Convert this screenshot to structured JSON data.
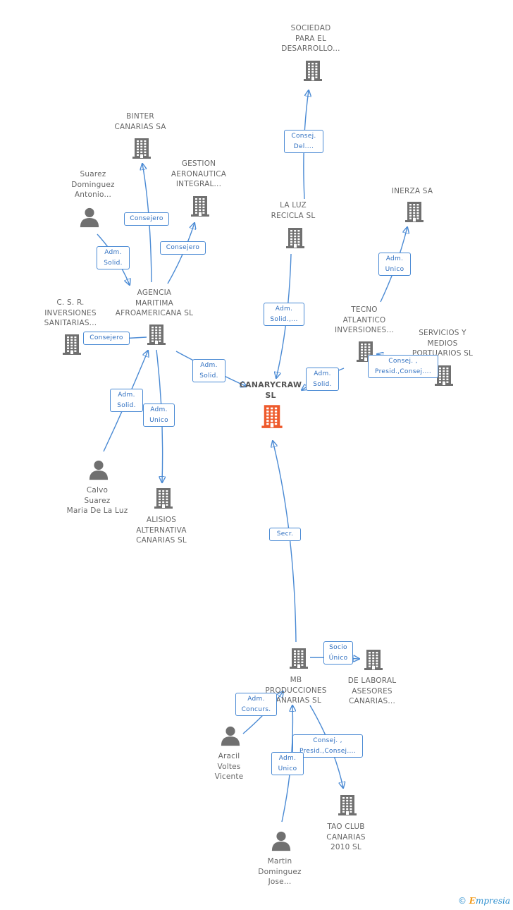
{
  "colors": {
    "edge": "#4a8ad4",
    "building": "#707070",
    "main_building": "#ee5a2c",
    "person": "#707070"
  },
  "nodes": [
    {
      "id": "sociedad",
      "type": "company",
      "label": "SOCIEDAD\nPARA EL\nDESARROLLO..."
    },
    {
      "id": "binter",
      "type": "company",
      "label": "BINTER\nCANARIAS SA"
    },
    {
      "id": "gestion",
      "type": "company",
      "label": "GESTION\nAERONAUTICA\nINTEGRAL..."
    },
    {
      "id": "suarez",
      "type": "person",
      "label": "Suarez\nDominguez\nAntonio..."
    },
    {
      "id": "laluz",
      "type": "company",
      "label": "LA LUZ\nRECICLA  SL"
    },
    {
      "id": "inerza",
      "type": "company",
      "label": "INERZA SA"
    },
    {
      "id": "csr",
      "type": "company",
      "label": "C.  S. R.\nINVERSIONES\nSANITARIAS..."
    },
    {
      "id": "agencia",
      "type": "company",
      "label": "AGENCIA\nMARITIMA\nAFROAMERICANA SL"
    },
    {
      "id": "tecno",
      "type": "company",
      "label": "TECNO\nATLANTICO\nINVERSIONES..."
    },
    {
      "id": "servicios",
      "type": "company",
      "label": "SERVICIOS Y\nMEDIOS\nPORTUARIOS SL"
    },
    {
      "id": "main",
      "type": "main",
      "label": "CANARYCRAW\nSL"
    },
    {
      "id": "calvo",
      "type": "person",
      "label": "Calvo\nSuarez\nMaria De La Luz"
    },
    {
      "id": "alisios",
      "type": "company",
      "label": "ALISIOS\nALTERNATIVA\nCANARIAS SL"
    },
    {
      "id": "mb",
      "type": "company",
      "label": "MB\nPRODUCCIONES\nCANARIAS SL"
    },
    {
      "id": "delaboral",
      "type": "company",
      "label": "DE LABORAL\nASESORES\nCANARIAS..."
    },
    {
      "id": "aracil",
      "type": "person",
      "label": "Aracil\nVoltes\nVicente"
    },
    {
      "id": "tao",
      "type": "company",
      "label": "TAO CLUB\nCANARIAS\n2010 SL"
    },
    {
      "id": "martin",
      "type": "person",
      "label": "Martin\nDominguez\nJose..."
    }
  ],
  "relations": [
    {
      "id": "r_consej_del",
      "text": "Consej.\nDel...."
    },
    {
      "id": "r_consejero_binter",
      "text": "Consejero"
    },
    {
      "id": "r_consejero_gestion",
      "text": "Consejero"
    },
    {
      "id": "r_adm_solid_suarez",
      "text": "Adm.\nSolid."
    },
    {
      "id": "r_adm_solid_laluz",
      "text": "Adm.\nSolid.,..."
    },
    {
      "id": "r_adm_unico_inerza",
      "text": "Adm.\nUnico"
    },
    {
      "id": "r_consejero_csr",
      "text": "Consejero"
    },
    {
      "id": "r_adm_solid_agencia",
      "text": "Adm.\nSolid."
    },
    {
      "id": "r_adm_solid_tecno",
      "text": "Adm.\nSolid."
    },
    {
      "id": "r_consej_presid_serv",
      "text": "Consej. ,\nPresid.,Consej...."
    },
    {
      "id": "r_adm_solid_calvo",
      "text": "Adm.\nSolid."
    },
    {
      "id": "r_adm_unico_alisios",
      "text": "Adm.\nUnico"
    },
    {
      "id": "r_secr",
      "text": "Secr."
    },
    {
      "id": "r_socio_unico",
      "text": "Socio\nÚnico"
    },
    {
      "id": "r_adm_concurs",
      "text": "Adm.\nConcurs."
    },
    {
      "id": "r_consej_presid_tao",
      "text": "Consej. ,\nPresid.,Consej...."
    },
    {
      "id": "r_adm_unico_martin",
      "text": "Adm.\nUnico"
    }
  ],
  "footer": {
    "copyright": "©",
    "brand_initial": "E",
    "brand_rest": "mpresia"
  }
}
